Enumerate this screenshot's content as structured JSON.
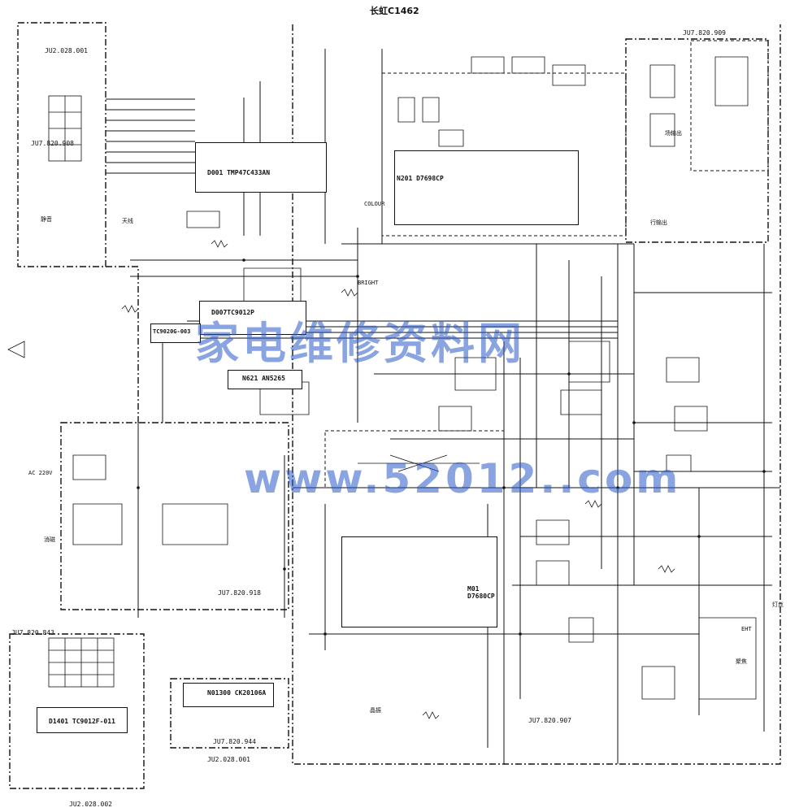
{
  "title": "长虹C1462",
  "boards": {
    "b1": "JU2.028.001",
    "b2": "JU7.820.908",
    "b3": "JU7.820.909",
    "b4": "JU7.820.918",
    "b5": "JU7.820.843",
    "b6": "JU7.820.944",
    "b7": "JU2.028.001",
    "b8": "JU7.820.907",
    "b9": "JU2.028.002"
  },
  "chips": {
    "cpu": "D001 TMP47C433AN",
    "n201": "N201 D7698CP",
    "d007": "D007TC9012P",
    "d005": "TC9020G-003",
    "n621": "N621 AN5265",
    "m01": "M01 D7680CP",
    "d401": "D1401 TC9012F-011",
    "n1300": "N01300 CK20106A"
  },
  "labels": {
    "mute": "静音",
    "color": "COLOUR",
    "bright": "BRIGHT",
    "degauss": "消磁",
    "antenna": "天线",
    "heater": "灯丝",
    "ac": "AC 220V",
    "crystal": "晶振",
    "focus": "聚焦",
    "horiz": "行输出",
    "vert": "场输出",
    "ehte": "EHT"
  },
  "watermark": {
    "cn": "家电维修资料网",
    "url": "www.52012..com"
  }
}
